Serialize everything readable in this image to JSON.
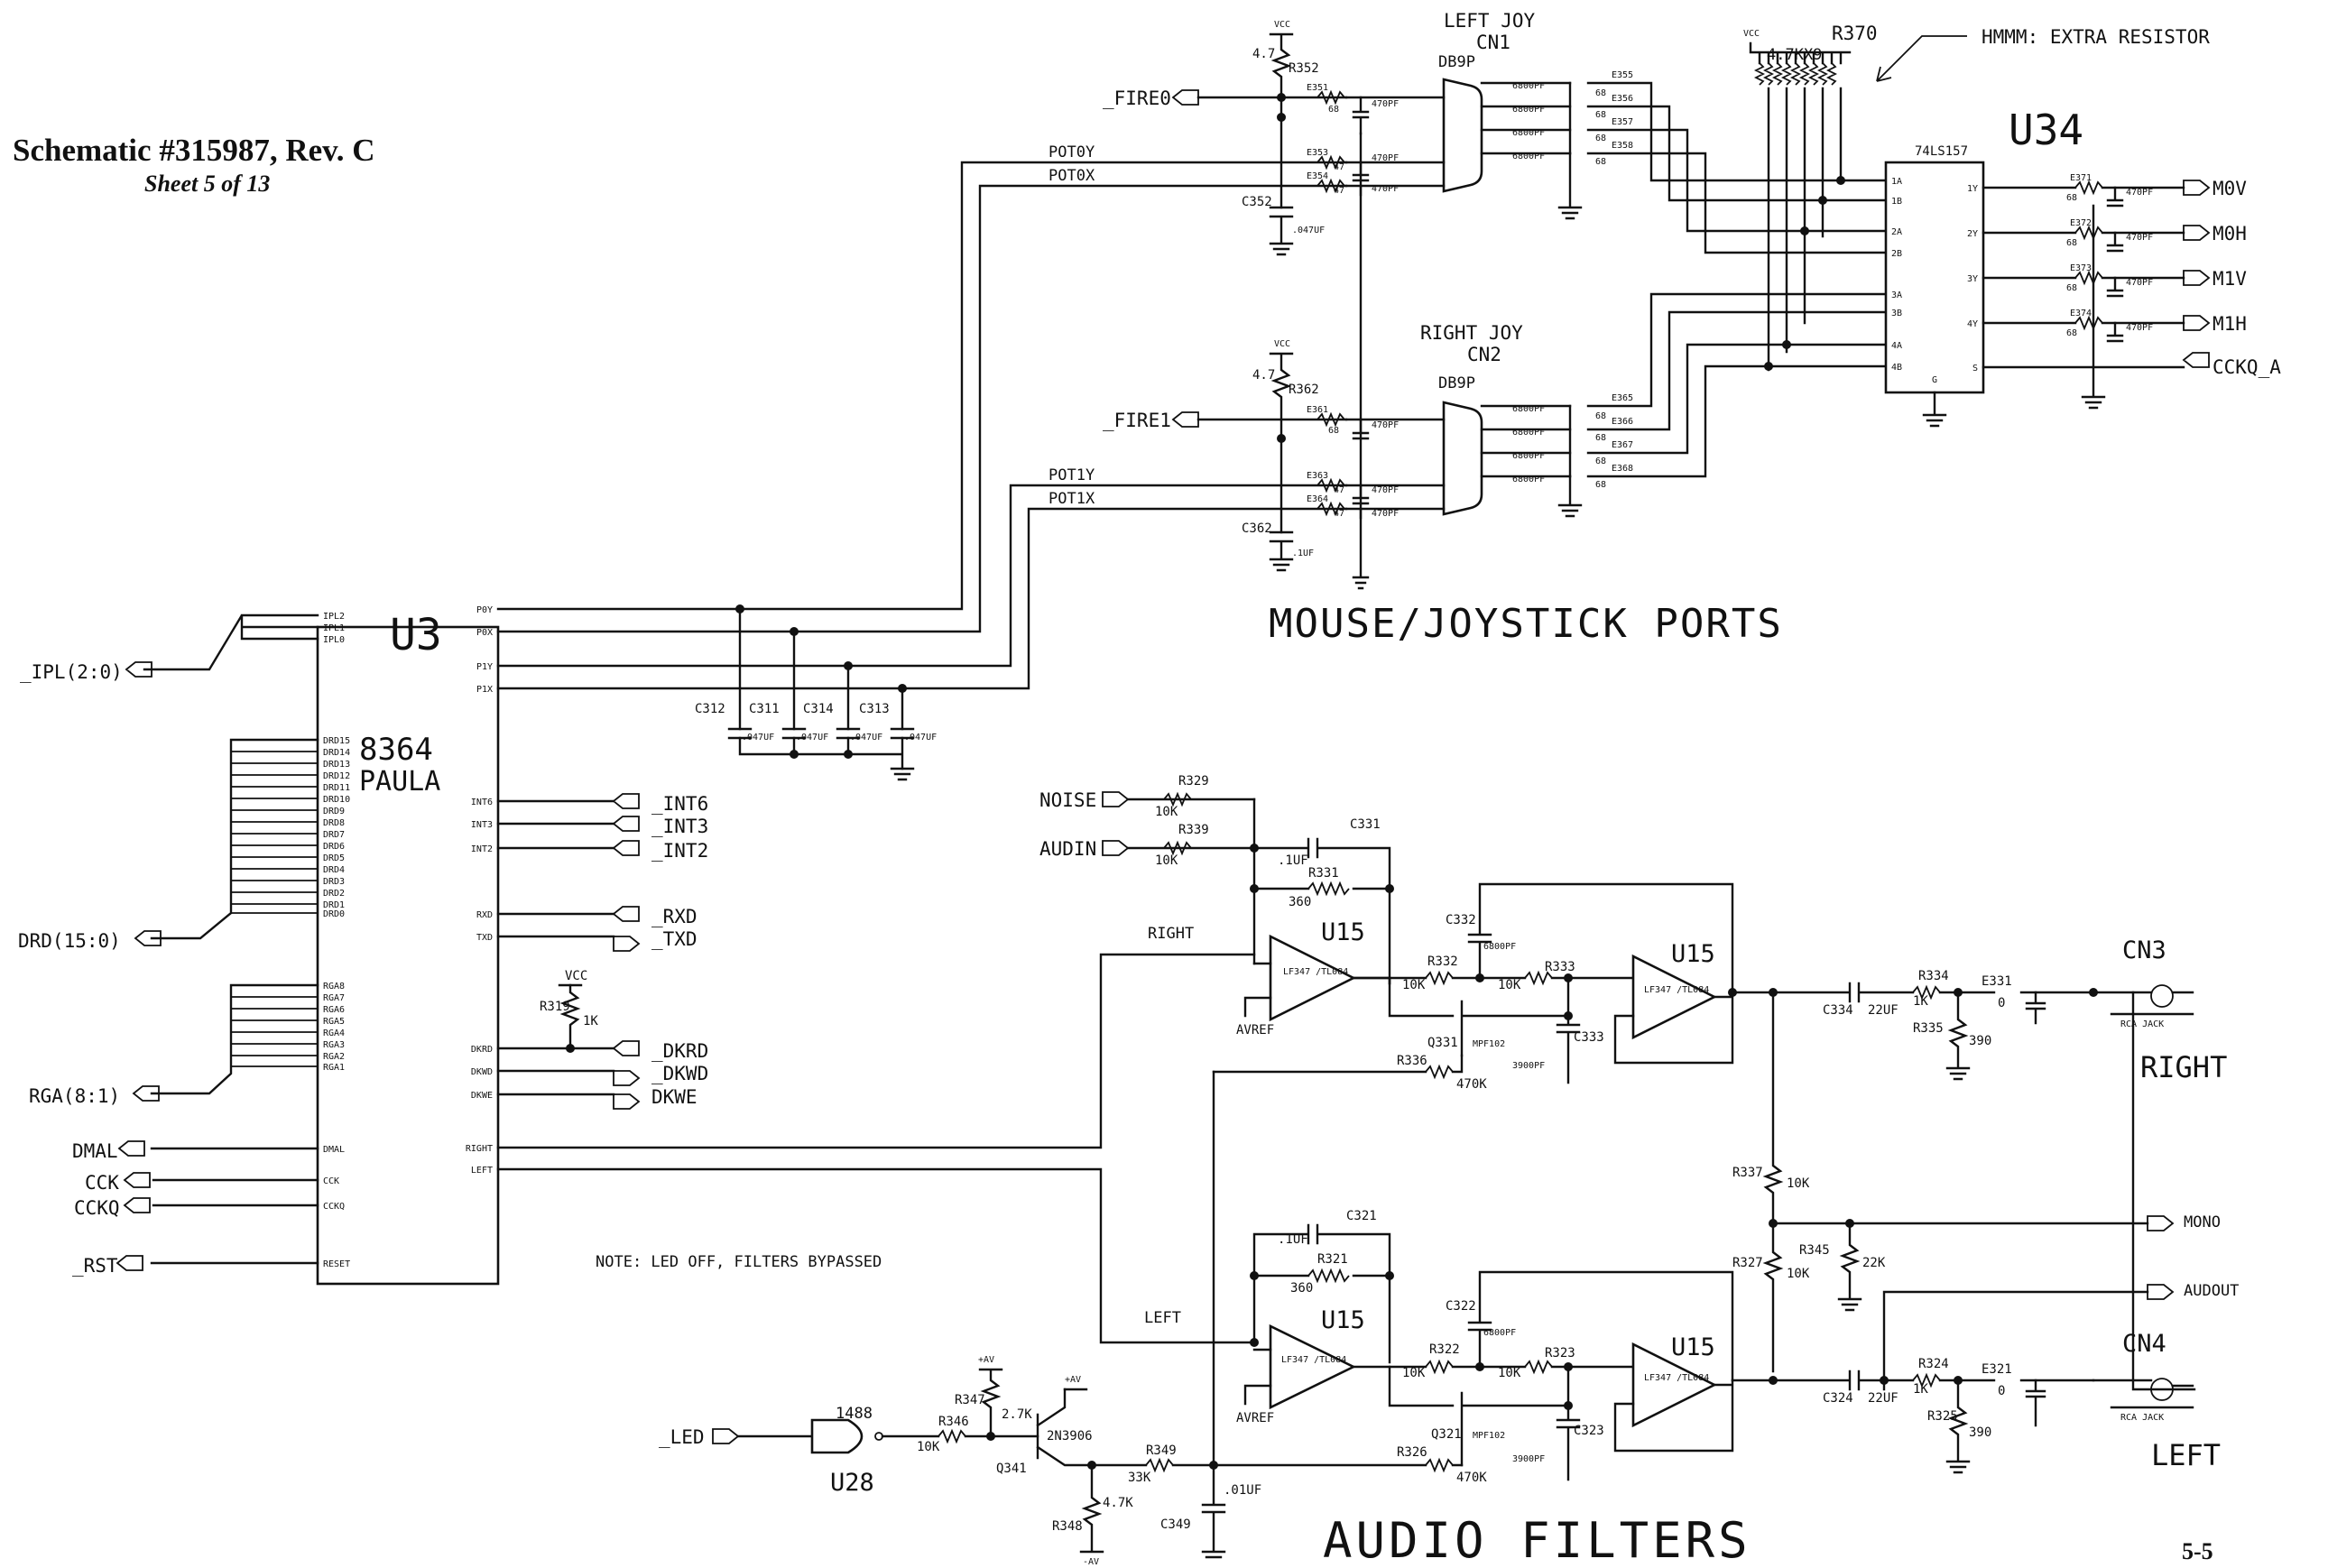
{
  "header": {
    "title": "Schematic #315987, Rev. C",
    "sheet": "Sheet 5 of 13"
  },
  "page_number": "5-5",
  "sections": {
    "ports": "MOUSE/JOYSTICK PORTS",
    "audio": "AUDIO FILTERS"
  },
  "note": "NOTE: LED OFF, FILTERS BYPASSED",
  "annotation": "HMMM: EXTRA RESISTOR",
  "u3": {
    "ref": "U3",
    "part": "8364",
    "name": "PAULA",
    "left_pins": [
      "IPL2",
      "IPL1",
      "IPL0",
      "DRD15",
      "DRD14",
      "DRD13",
      "DRD12",
      "DRD11",
      "DRD10",
      "DRD9",
      "DRD8",
      "DRD7",
      "DRD6",
      "DRD5",
      "DRD4",
      "DRD3",
      "DRD2",
      "DRD1",
      "DRD0",
      "RGA8",
      "RGA7",
      "RGA6",
      "RGA5",
      "RGA4",
      "RGA3",
      "RGA2",
      "RGA1",
      "DMAL",
      "CCK",
      "CCKQ",
      "RESET"
    ],
    "right_pins": [
      "P0Y",
      "P0X",
      "P1Y",
      "P1X",
      "INT6",
      "INT3",
      "INT2",
      "RXD",
      "TXD",
      "DKRD",
      "DKWD",
      "DKWE",
      "RIGHT",
      "LEFT"
    ]
  },
  "signals": {
    "ipl": "_IPL(2:0)",
    "drd": "DRD(15:0)",
    "rga": "RGA(8:1)",
    "dmal": "DMAL",
    "cck": "CCK",
    "cckq": "CCKQ",
    "rst": "_RST",
    "int6": "_INT6",
    "int3": "_INT3",
    "int2": "_INT2",
    "rxd": "_RXD",
    "txd": "_TXD",
    "dkrd": "_DKRD",
    "dkwd": "_DKWD",
    "dkwe": "DKWE",
    "fire0": "_FIRE0",
    "fire1": "_FIRE1",
    "pot0y": "POT0Y",
    "pot0x": "POT0X",
    "pot1y": "POT1Y",
    "pot1x": "POT1X",
    "m0v": "M0V",
    "m0h": "M0H",
    "m1v": "M1V",
    "m1h": "M1H",
    "cckq_a": "CCKQ_A",
    "noise": "NOISE",
    "audin": "AUDIN",
    "right": "RIGHT",
    "left": "LEFT",
    "mono": "MONO",
    "audout": "AUDOUT",
    "led": "_LED",
    "avref": "AVREF",
    "vcc": "VCC",
    "av_pos": "+AV",
    "av_neg": "-AV"
  },
  "connectors": {
    "cn1": {
      "ref": "CN1",
      "name": "LEFT JOY",
      "type": "DB9P"
    },
    "cn2": {
      "ref": "CN2",
      "name": "RIGHT JOY",
      "type": "DB9P"
    },
    "cn3": {
      "ref": "CN3",
      "label": "RIGHT",
      "type": "RCA JACK"
    },
    "cn4": {
      "ref": "CN4",
      "label": "LEFT",
      "type": "RCA JACK"
    }
  },
  "chips": {
    "u34": {
      "ref": "U34",
      "part": "74LS157",
      "inputs": [
        "1A",
        "1B",
        "2A",
        "2B",
        "3A",
        "3B",
        "4A",
        "4B"
      ],
      "outputs": [
        "1Y",
        "2Y",
        "3Y",
        "4Y"
      ],
      "select": "S",
      "gnd": "G"
    },
    "u15_1": {
      "ref": "U15",
      "part": "LF347 /TL084"
    },
    "u15_2": {
      "ref": "U15",
      "part": "LF347 /TL084"
    },
    "u15_3": {
      "ref": "U15",
      "part": "LF347 /TL084"
    },
    "u15_4": {
      "ref": "U15",
      "part": "LF347 /TL084"
    },
    "u28": {
      "ref": "U28",
      "part": "1488"
    },
    "r370": {
      "ref": "R370",
      "value": "4.7KX9"
    }
  },
  "components": {
    "r352": {
      "ref": "R352",
      "value": "4.7"
    },
    "r362": {
      "ref": "R362",
      "value": "4.7"
    },
    "c352": {
      "ref": "C352",
      "value": ".047UF"
    },
    "c362": {
      "ref": "C362",
      "value": ".1UF"
    },
    "c312": {
      "ref": "C312",
      "value": ".047UF"
    },
    "c311": {
      "ref": "C311",
      "value": ".047UF"
    },
    "c314": {
      "ref": "C314",
      "value": ".047UF"
    },
    "c313": {
      "ref": "C313",
      "value": ".047UF"
    },
    "r319": {
      "ref": "R319",
      "value": "1K"
    },
    "r329": {
      "ref": "R329",
      "value": "10K"
    },
    "r339": {
      "ref": "R339",
      "value": "10K"
    },
    "c331": {
      "ref": "C331",
      "value": ".1UF"
    },
    "r331": {
      "ref": "R331",
      "value": "360"
    },
    "r332": {
      "ref": "R332",
      "value": "10K"
    },
    "r333": {
      "ref": "R333",
      "value": "10K"
    },
    "c332": {
      "ref": "C332",
      "value": "6800PF"
    },
    "c333": {
      "ref": "C333",
      "value": "3900PF"
    },
    "q331": {
      "ref": "Q331",
      "value": "MPF102"
    },
    "r336": {
      "ref": "R336",
      "value": "470K"
    },
    "c334": {
      "ref": "C334",
      "value": "22UF"
    },
    "r334": {
      "ref": "R334",
      "value": "1K"
    },
    "r335": {
      "ref": "R335",
      "value": "390"
    },
    "e331": {
      "ref": "E331",
      "value": "0"
    },
    "r337": {
      "ref": "R337",
      "value": "10K"
    },
    "r327": {
      "ref": "R327",
      "value": "10K"
    },
    "r345": {
      "ref": "R345",
      "value": "22K"
    },
    "c321": {
      "ref": "C321",
      "value": ".1UF"
    },
    "r321": {
      "ref": "R321",
      "value": "360"
    },
    "r322": {
      "ref": "R322",
      "value": "10K"
    },
    "r323": {
      "ref": "R323",
      "value": "10K"
    },
    "c322": {
      "ref": "C322",
      "value": "6800PF"
    },
    "c323": {
      "ref": "C323",
      "value": "3900PF"
    },
    "q321": {
      "ref": "Q321",
      "value": "MPF102"
    },
    "r326": {
      "ref": "R326",
      "value": "470K"
    },
    "c324": {
      "ref": "C324",
      "value": "22UF"
    },
    "r324": {
      "ref": "R324",
      "value": "1K"
    },
    "r325": {
      "ref": "R325",
      "value": "390"
    },
    "e321": {
      "ref": "E321",
      "value": "0"
    },
    "r346": {
      "ref": "R346",
      "value": "10K"
    },
    "r347": {
      "ref": "R347",
      "value": "2.7K"
    },
    "r348": {
      "ref": "R348",
      "value": "4.7K"
    },
    "r349": {
      "ref": "R349",
      "value": "33K"
    },
    "q341": {
      "ref": "Q341",
      "value": "2N3906"
    },
    "c349": {
      "ref": "C349",
      "value": ".01UF"
    },
    "e351": {
      "ref": "E351",
      "value": "68"
    },
    "e353": {
      "ref": "E353",
      "value": "47"
    },
    "e354": {
      "ref": "E354",
      "value": "47"
    },
    "e361": {
      "ref": "E361",
      "value": "68"
    },
    "e363": {
      "ref": "E363",
      "value": "47"
    },
    "e364": {
      "ref": "E364",
      "value": "47"
    },
    "e371": {
      "ref": "E371",
      "value": "68"
    },
    "e372": {
      "ref": "E372",
      "value": "68"
    },
    "e373": {
      "ref": "E373",
      "value": "68"
    },
    "e374": {
      "ref": "E374",
      "value": "68"
    },
    "cap470": "470PF",
    "cap6800": "6800PF",
    "e355": {
      "ref": "E355",
      "value": "68"
    },
    "e356": {
      "ref": "E356",
      "value": "68"
    },
    "e357": {
      "ref": "E357",
      "value": "68"
    },
    "e358": {
      "ref": "E358",
      "value": "68"
    },
    "e365": {
      "ref": "E365",
      "value": "68"
    },
    "e366": {
      "ref": "E366",
      "value": "68"
    },
    "e367": {
      "ref": "E367",
      "value": "68"
    },
    "e368": {
      "ref": "E368",
      "value": "68"
    }
  }
}
